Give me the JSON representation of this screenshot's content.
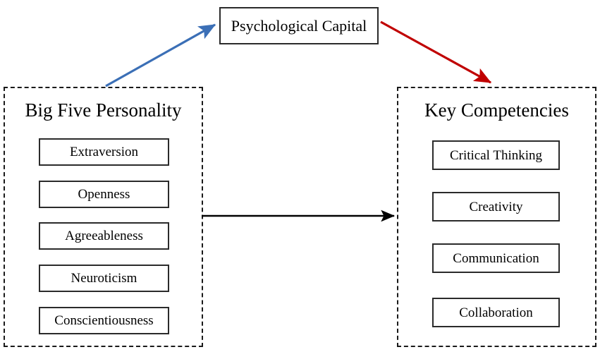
{
  "diagram": {
    "mediator": {
      "label": "Psychological Capital"
    },
    "left_panel": {
      "title": "Big Five Personality",
      "items": [
        {
          "label": "Extraversion"
        },
        {
          "label": "Openness"
        },
        {
          "label": "Agreeableness"
        },
        {
          "label": "Neuroticism"
        },
        {
          "label": "Conscientiousness"
        }
      ]
    },
    "right_panel": {
      "title": "Key Competencies",
      "items": [
        {
          "label": "Critical Thinking"
        },
        {
          "label": "Creativity"
        },
        {
          "label": "Communication"
        },
        {
          "label": "Collaboration"
        }
      ]
    },
    "arrows": [
      {
        "name": "predictor-to-mediator-arrow",
        "color": "#3B6FB6",
        "from": "Big Five Personality",
        "to": "Psychological Capital"
      },
      {
        "name": "mediator-to-outcome-arrow",
        "color": "#C00000",
        "from": "Psychological Capital",
        "to": "Key Competencies"
      },
      {
        "name": "predictor-to-outcome-arrow",
        "color": "#000000",
        "from": "Big Five Personality",
        "to": "Key Competencies"
      }
    ],
    "colors": {
      "blue_arrow": "#3B6FB6",
      "red_arrow": "#C00000",
      "black_arrow": "#000000",
      "box_border": "#2B2B2B",
      "panel_border": "#1A1A1A",
      "background": "#FFFFFF"
    }
  }
}
